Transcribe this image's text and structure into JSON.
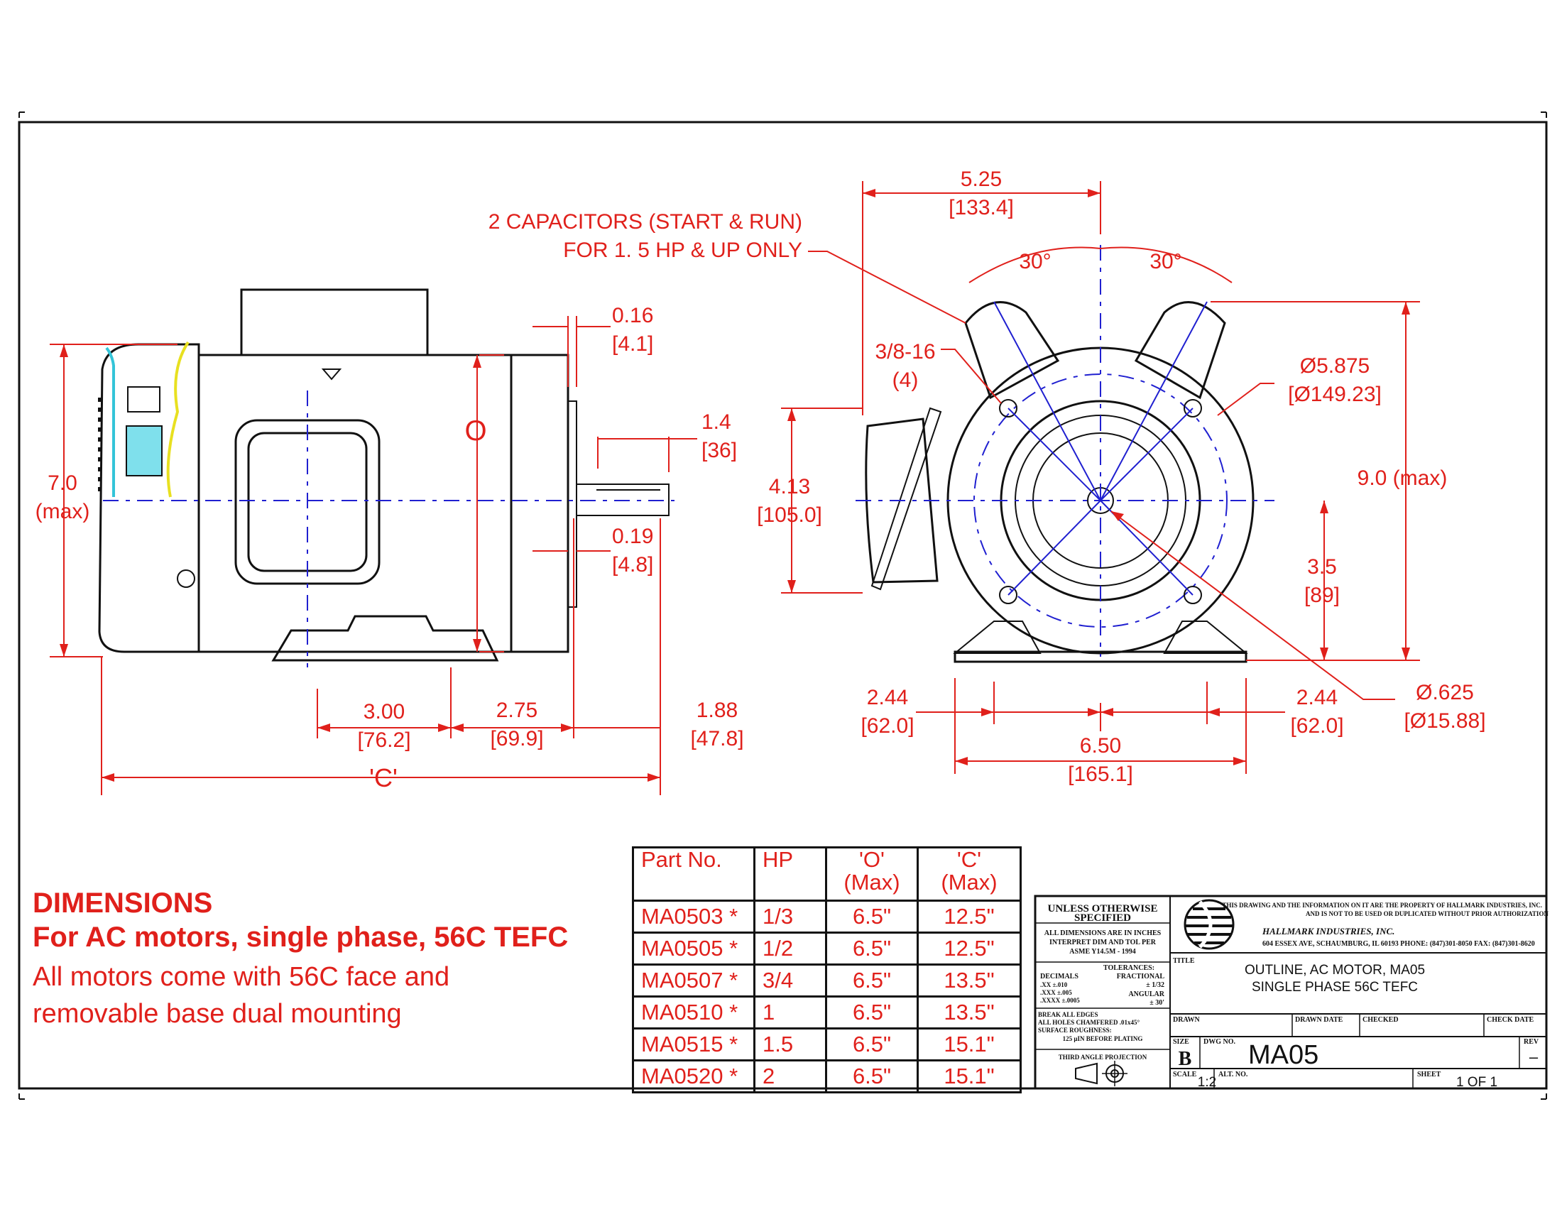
{
  "notes": {
    "heading": "DIMENSIONS",
    "subheading": "For AC motors, single phase, 56C TEFC",
    "body_line1": "All motors come with 56C face and",
    "body_line2": "removable base dual mounting"
  },
  "side_view": {
    "label_o": "O",
    "dim_height": "7.0",
    "dim_height_note": "(max)",
    "dim_016": "0.16",
    "dim_016_mm": "[4.1]",
    "dim_14": "1.4",
    "dim_14_mm": "[36]",
    "dim_019": "0.19",
    "dim_019_mm": "[4.8]",
    "dim_300": "3.00",
    "dim_300_mm": "[76.2]",
    "dim_275": "2.75",
    "dim_275_mm": "[69.9]",
    "dim_188": "1.88",
    "dim_188_mm": "[47.8]",
    "label_c": "'C'"
  },
  "front_view": {
    "capacitor_note_line1": "2 CAPACITORS (START & RUN)",
    "capacitor_note_line2": "FOR 1. 5 HP & UP ONLY",
    "dim_525": "5.25",
    "dim_525_mm": "[133.4]",
    "angle_left": "30°",
    "angle_right": "30°",
    "bolt": "3/8-16",
    "bolt_count": "(4)",
    "dia_5875": "Ø5.875",
    "dia_5875_mm": "[Ø149.23]",
    "dim_413": "4.13",
    "dim_413_mm": "[105.0]",
    "dim_90": "9.0 (max)",
    "dim_35": "3.5",
    "dim_35_mm": "[89]",
    "dim_244_left": "2.44",
    "dim_244_left_mm": "[62.0]",
    "dim_244_right": "2.44",
    "dim_244_right_mm": "[62.0]",
    "dia_625": "Ø.625",
    "dia_625_mm": "[Ø15.88]",
    "dim_650": "6.50",
    "dim_650_mm": "[165.1]"
  },
  "parts_table": {
    "headers": [
      "Part No.",
      "HP",
      "'O' (Max)",
      "'C' (Max)"
    ],
    "rows": [
      {
        "part": "MA0503 *",
        "hp": "1/3",
        "o": "6.5\"",
        "c": "12.5\""
      },
      {
        "part": "MA0505 *",
        "hp": "1/2",
        "o": "6.5\"",
        "c": "12.5\""
      },
      {
        "part": "MA0507 *",
        "hp": "3/4",
        "o": "6.5\"",
        "c": "13.5\""
      },
      {
        "part": "MA0510 *",
        "hp": "1",
        "o": "6.5\"",
        "c": "13.5\""
      },
      {
        "part": "MA0515 *",
        "hp": "1.5",
        "o": "6.5\"",
        "c": "15.1\""
      },
      {
        "part": "MA0520 *",
        "hp": "2",
        "o": "6.5\"",
        "c": "15.1\""
      }
    ]
  },
  "title_block": {
    "unless_l1": "UNLESS OTHERWISE",
    "unless_l2": "SPECIFIED",
    "all_dims_l1": "ALL DIMENSIONS ARE IN INCHES",
    "all_dims_l2": "INTERPRET DIM AND TOL PER",
    "all_dims_l3": "ASME Y14.5M - 1994",
    "tolerances": "TOLERANCES:",
    "decimals": "DECIMALS",
    "fractional": "FRACTIONAL",
    "tol_xx": ".XX    ±.010",
    "tol_xxx": ".XXX   ±.005",
    "tol_xxxx": ".XXXX  ±.0005",
    "tol_frac": "± 1/32",
    "angular": "ANGULAR",
    "tol_ang": "± 30'",
    "edges_l1": "BREAK ALL EDGES",
    "edges_l2": "ALL HOLES CHAMFERED .01x45°",
    "edges_l3": "SURFACE ROUGHNESS:",
    "edges_l4": "125 µIN BEFORE PLATING",
    "projection": "THIRD ANGLE PROJECTION",
    "property_l1": "THIS DRAWING AND THE INFORMATION ON IT ARE THE PROPERTY OF HALLMARK INDUSTRIES, INC.",
    "property_l2": "AND IS NOT TO BE USED OR DUPLICATED WITHOUT PRIOR AUTHORIZATION",
    "company": "HALLMARK INDUSTRIES, INC.",
    "address": "604 ESSEX AVE, SCHAUMBURG, IL 60193   PHONE: (847)301-8050   FAX: (847)301-8620",
    "title_label": "TITLE",
    "title_l1": "OUTLINE,  AC  MOTOR,  MA05",
    "title_l2": "SINGLE  PHASE  56C  TEFC",
    "drawn": "DRAWN",
    "drawn_date": "DRAWN DATE",
    "checked": "CHECKED",
    "check_date": "CHECK DATE",
    "size_label": "SIZE",
    "size": "B",
    "dwg_label": "DWG NO.",
    "dwg_no": "MA05",
    "rev_label": "REV",
    "rev": "–",
    "scale_label": "SCALE",
    "scale": "1:2",
    "alt_label": "ALT. NO.",
    "sheet_label": "SHEET",
    "sheet": "1  OF  1"
  },
  "colors": {
    "dimension": "#e0201b",
    "centerline": "#2020d0",
    "outline": "#111111",
    "fan_cyan": "#33c4d8",
    "wire_yellow": "#e8e020"
  }
}
